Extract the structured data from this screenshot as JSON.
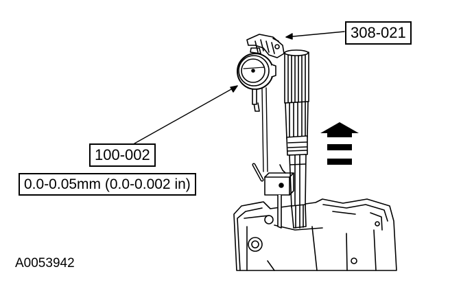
{
  "callouts": {
    "tool_308": "308-021",
    "tool_100": "100-002",
    "spec": "0.0-0.05mm (0.0-0.002 in)"
  },
  "figure_id": "A0053942",
  "arrow": {
    "direction": "up"
  }
}
